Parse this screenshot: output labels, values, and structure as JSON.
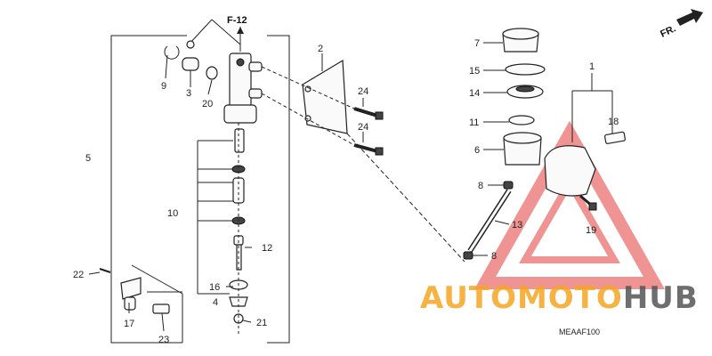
{
  "diagram": {
    "ref_label": "F-12",
    "direction_label": "FR.",
    "diagram_code": "MEAAF100",
    "watermark": {
      "part_a": "AUTOMOTO",
      "part_b": "HUB",
      "color_a": "#f5a623",
      "color_b": "#555555",
      "triangle_color": "#e23b3b"
    },
    "callouts": {
      "p1": "1",
      "p2": "2",
      "p3": "3",
      "p4": "4",
      "p5": "5",
      "p6": "6",
      "p7": "7",
      "p8a": "8",
      "p8b": "8",
      "p9": "9",
      "p10": "10",
      "p11": "11",
      "p12": "12",
      "p13": "13",
      "p14": "14",
      "p15": "15",
      "p16": "16",
      "p17": "17",
      "p18": "18",
      "p19": "19",
      "p20": "20",
      "p21": "21",
      "p22": "22",
      "p23": "23",
      "p24a": "24",
      "p24b": "24"
    }
  }
}
